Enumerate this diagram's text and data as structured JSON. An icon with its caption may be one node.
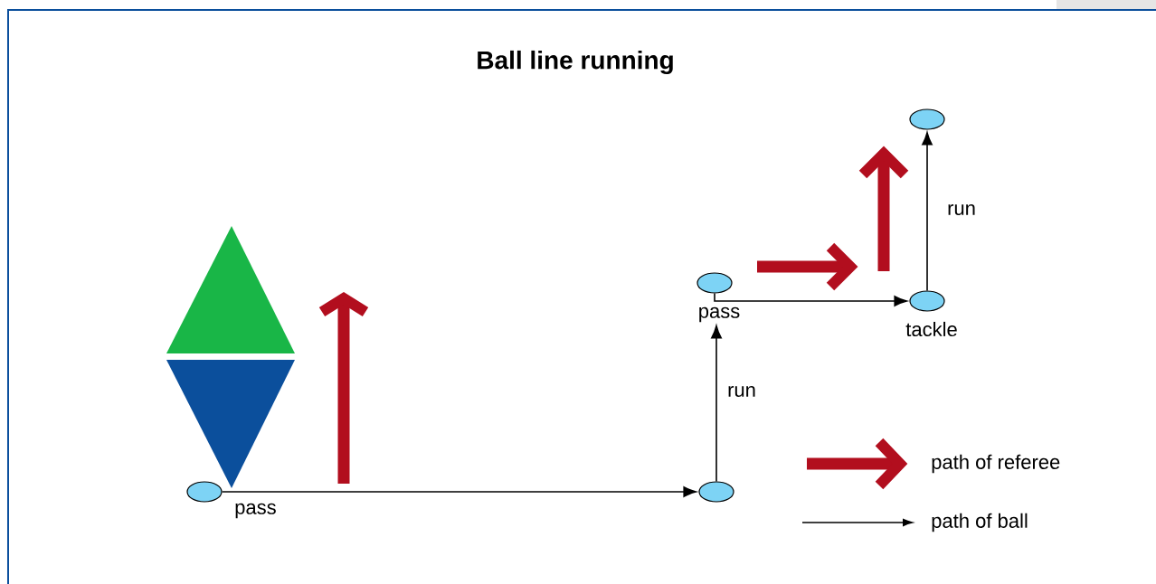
{
  "diagram": {
    "title": "Ball line running",
    "nodes": [
      {
        "text": [],
        "shape": "circle",
        "beside": [
          "pass"
        ]
      },
      {
        "text": [],
        "shape": "circle"
      },
      {
        "text": [],
        "shape": "circle",
        "beside": [
          "pass"
        ]
      },
      {
        "text": [],
        "shape": "circle",
        "beside": [
          "tackle"
        ]
      },
      {
        "text": [],
        "shape": "circle"
      }
    ],
    "edges": [
      {
        "from": 0,
        "to": 1,
        "arrow": "to"
      },
      {
        "from": 1,
        "to": 2,
        "arrow": "to",
        "label": "run"
      },
      {
        "from": 2,
        "to": 3,
        "arrow": "to"
      },
      {
        "from": 3,
        "to": 4,
        "arrow": "to",
        "label": "run"
      }
    ],
    "legend": [
      {
        "text": "path of referee"
      },
      {
        "text": "path of ball"
      }
    ]
  }
}
